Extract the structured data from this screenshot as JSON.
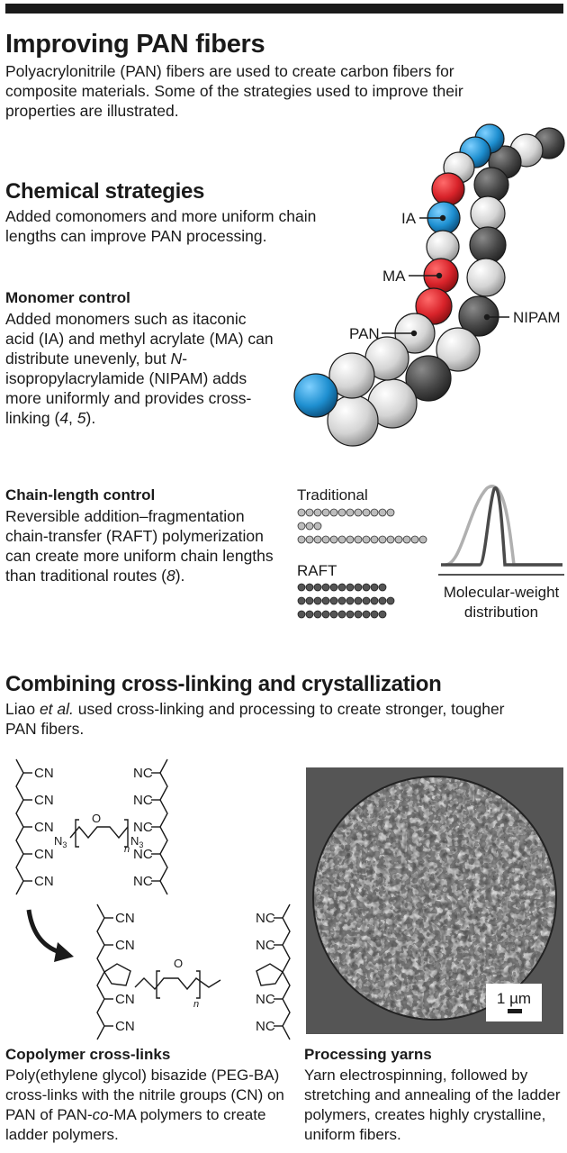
{
  "title": "Improving PAN fibers",
  "intro": "Polyacrylonitrile (PAN) fibers are used to create carbon fibers for composite materials. Some of the strategies used to improve their properties are illustrated.",
  "chemical": {
    "heading": "Chemical strategies",
    "text": "Added comonomers and more uniform chain lengths can improve PAN processing."
  },
  "monomer": {
    "heading": "Monomer control",
    "text_a": "Added monomers such as itaconic acid (IA) and methyl acrylate (MA) can distribute unevenly, but ",
    "text_em": "N",
    "text_b": "-isopropylacrylamide (NIPAM) adds more uniformly and provides cross-linking (",
    "ref1": "4",
    "sep": ", ",
    "ref2": "5",
    "end": ").",
    "labels": {
      "ia": "IA",
      "ma": "MA",
      "pan": "PAN",
      "nipam": "NIPAM"
    }
  },
  "chain": {
    "heading": "Chain-length control",
    "text_a": "Reversible addition–fragmentation chain-transfer (RAFT) polymerization can create more uniform chain lengths than traditional routes (",
    "ref": "8",
    "end": ").",
    "traditional": "Traditional",
    "raft": "RAFT",
    "mw_label": "Molecular-weight distribution"
  },
  "combining": {
    "heading": "Combining cross-linking and crystallization",
    "text_a": "Liao ",
    "text_em": "et al.",
    "text_b": " used cross-linking and processing to create stronger, tougher PAN fibers."
  },
  "copolymer": {
    "heading": "Copolymer cross-links",
    "text_a": "Poly(ethylene glycol) bisazide (PEG-BA) cross-links with the nitrile groups (CN) on PAN of PAN-",
    "text_em": "co",
    "text_b": "-MA polymers to create ladder polymers.",
    "cn": "CN",
    "nc": "NC",
    "n": "n",
    "o": "O"
  },
  "yarns": {
    "heading": "Processing yarns",
    "text": "Yarn electrospinning, followed by stretching and annealing of the ladder polymers, creates highly crystalline, uniform fibers.",
    "scale": "1 µm"
  },
  "colors": {
    "red": "#d8232a",
    "blue": "#1e8fd0",
    "light": "#d9d9d9",
    "dark": "#4a4a4a",
    "ink": "#1a1a1a"
  }
}
